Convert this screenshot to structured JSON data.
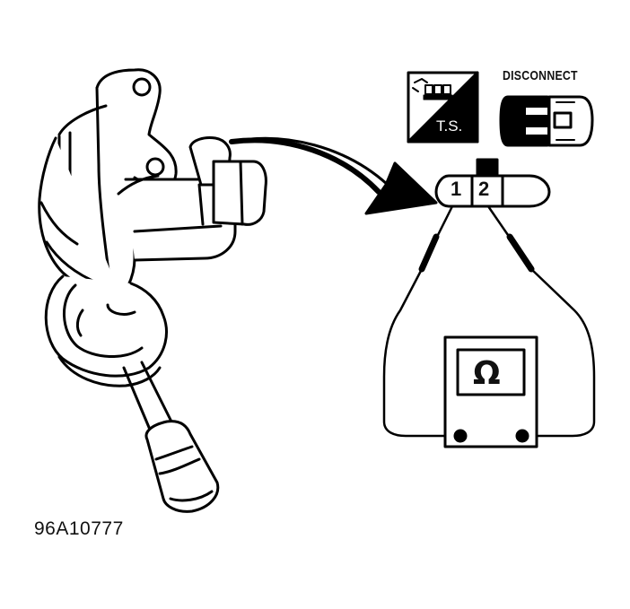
{
  "figure_id": "96A10777",
  "disconnect_label": "DISCONNECT",
  "ts_label": "T.S.",
  "connector": {
    "pin_1": "1",
    "pin_2": "2"
  },
  "meter_symbol": "Ω",
  "icons": [
    "ignition-key-ts-icon",
    "disconnect-connector-icon",
    "ohmmeter-icon",
    "distributor-assembly",
    "pointer-arrow"
  ]
}
